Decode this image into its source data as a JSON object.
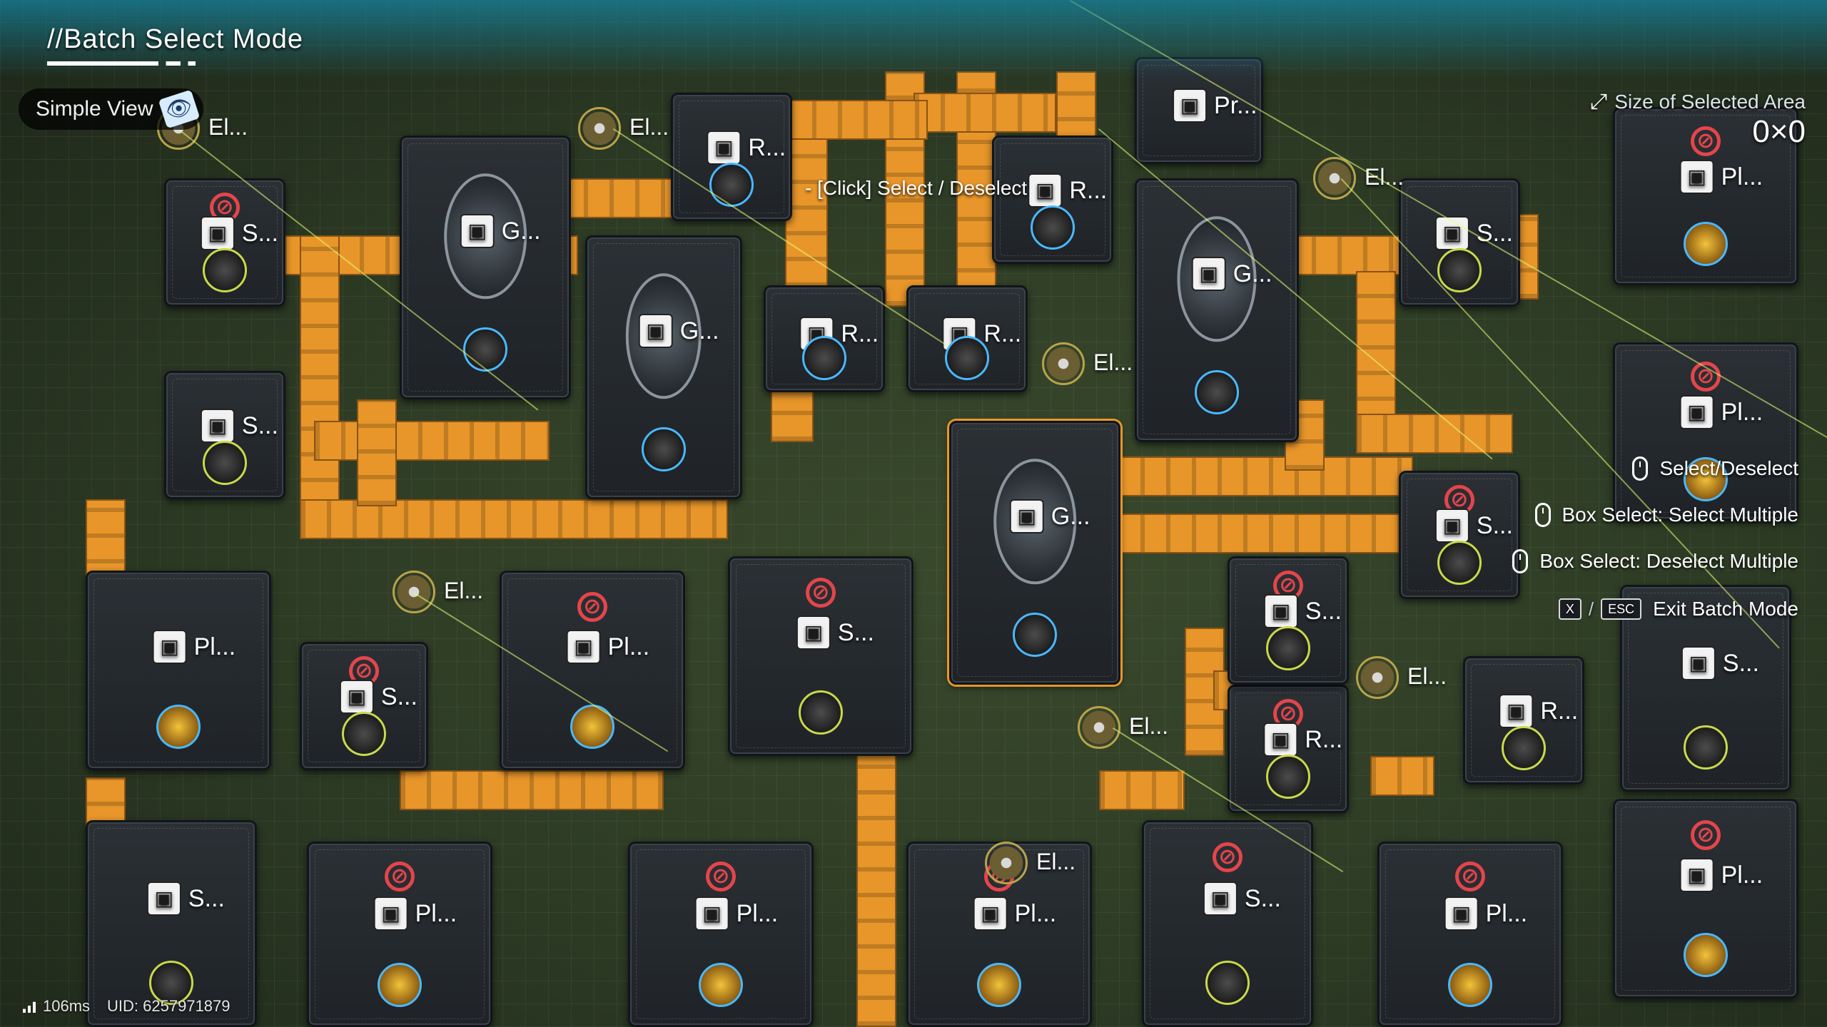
{
  "hud": {
    "title": "//Batch Select Mode",
    "simple_view_label": "Simple View",
    "click_hint": "- [Click] Select / Deselect",
    "size_label": "Size of Selected Area",
    "size_value": "0×0"
  },
  "controls": [
    {
      "name": "select-deselect",
      "label": "Select/Deselect",
      "key": "",
      "icon": "mouse-left-icon"
    },
    {
      "name": "box-select",
      "label": "Box Select: Select Multiple",
      "key": "",
      "icon": "mouse-left-icon"
    },
    {
      "name": "box-deselect",
      "label": "Box Select: Deselect Multiple",
      "key": "",
      "icon": "mouse-right-icon"
    },
    {
      "name": "exit-batch",
      "label": "Exit Batch Mode",
      "key": "X",
      "key2": "ESC",
      "icon": ""
    }
  ],
  "status": {
    "ping": "106ms",
    "uid": "UID: 6257971879"
  },
  "labels": {
    "el": "El...",
    "s": "S...",
    "r": "R...",
    "g": "G...",
    "pl": "Pl...",
    "pr": "Pr..."
  },
  "colors": {
    "conveyor": "#e8962a",
    "ring_blue": "#4ab8ff",
    "ring_yellow": "#c9d94a",
    "no_power": "#e4454b",
    "hud_glow": "#158caa"
  },
  "machines": [
    {
      "type": "g",
      "icon": "gear-box-icon",
      "ring": "blue",
      "nopower": false
    },
    {
      "type": "g",
      "icon": "gear-box-icon",
      "ring": "blue",
      "nopower": false
    },
    {
      "type": "g",
      "icon": "gear-box-icon",
      "ring": "blue",
      "nopower": false
    },
    {
      "type": "g",
      "icon": "gear-box-icon",
      "ring": "blue",
      "nopower": false
    },
    {
      "type": "r",
      "icon": "refinery-icon",
      "ring": "blue",
      "nopower": false
    },
    {
      "type": "r",
      "icon": "refinery-icon",
      "ring": "blue",
      "nopower": false
    },
    {
      "type": "r",
      "icon": "refinery-icon",
      "ring": "blue",
      "nopower": false
    },
    {
      "type": "r",
      "icon": "refinery-icon",
      "ring": "blue",
      "nopower": false
    },
    {
      "type": "r",
      "icon": "refinery-icon",
      "ring": "yellow",
      "nopower": false
    },
    {
      "type": "r",
      "icon": "refinery-icon",
      "ring": "yellow",
      "nopower": true
    },
    {
      "type": "s",
      "icon": "storage-icon",
      "ring": "yellow",
      "nopower": true
    },
    {
      "type": "s",
      "icon": "storage-icon",
      "ring": "yellow",
      "nopower": false
    },
    {
      "type": "s",
      "icon": "storage-icon",
      "ring": "yellow",
      "nopower": false
    },
    {
      "type": "s",
      "icon": "storage-icon",
      "ring": "yellow",
      "nopower": true
    },
    {
      "type": "s",
      "icon": "storage-icon",
      "ring": "yellow",
      "nopower": true
    },
    {
      "type": "s",
      "icon": "storage-icon",
      "ring": "yellow",
      "nopower": true
    },
    {
      "type": "s",
      "icon": "storage-icon",
      "ring": "yellow",
      "nopower": true
    },
    {
      "type": "s",
      "icon": "storage-icon",
      "ring": "yellow",
      "nopower": false
    },
    {
      "type": "s",
      "icon": "storage-icon",
      "ring": "yellow",
      "nopower": true
    },
    {
      "type": "s",
      "icon": "storage-icon",
      "ring": "yellow",
      "nopower": false
    },
    {
      "type": "pl",
      "icon": "planter-icon",
      "ring": "gold",
      "nopower": false
    },
    {
      "type": "pl",
      "icon": "planter-icon",
      "ring": "gold",
      "nopower": true
    },
    {
      "type": "pl",
      "icon": "planter-icon",
      "ring": "gold",
      "nopower": true
    },
    {
      "type": "pl",
      "icon": "planter-icon",
      "ring": "gold",
      "nopower": true
    },
    {
      "type": "pl",
      "icon": "planter-icon",
      "ring": "gold",
      "nopower": true
    },
    {
      "type": "pl",
      "icon": "planter-icon",
      "ring": "gold",
      "nopower": true
    },
    {
      "type": "pl",
      "icon": "planter-icon",
      "ring": "gold",
      "nopower": true
    },
    {
      "type": "pl",
      "icon": "planter-icon",
      "ring": "gold",
      "nopower": true
    },
    {
      "type": "pl",
      "icon": "planter-icon",
      "ring": "gold",
      "nopower": true
    },
    {
      "type": "pr",
      "icon": "printer-icon",
      "ring": "",
      "nopower": false
    }
  ],
  "pylons": [
    "el",
    "el",
    "el",
    "el",
    "el",
    "el",
    "el",
    "el"
  ]
}
